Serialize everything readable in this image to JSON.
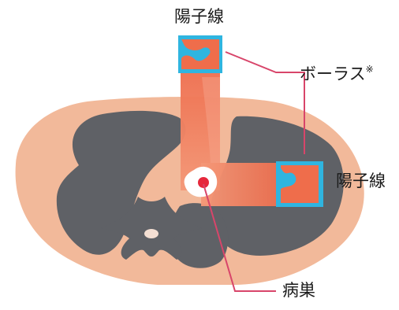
{
  "labels": {
    "beam_top": "陽子線",
    "beam_right": "陽子線",
    "bolus": "ボーラス",
    "bolus_mark": "※",
    "lesion": "病巣"
  },
  "colors": {
    "skin": "#f2b99a",
    "organ": "#5f6166",
    "beam_orange": "#ee7050",
    "beam_light": "#f6a78d",
    "bolus_blue": "#2fb5e0",
    "bolus_fill": "#ef6d4b",
    "lesion_red": "#e6283c",
    "leader_line": "#d8456a",
    "white": "#ffffff"
  }
}
